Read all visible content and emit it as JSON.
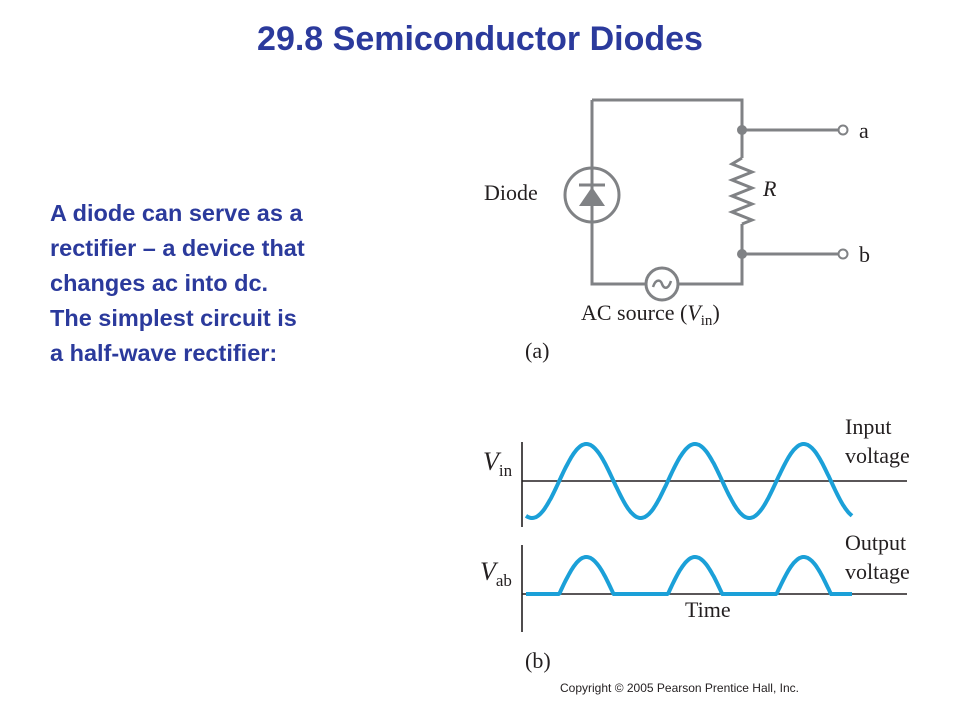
{
  "slide": {
    "title": "29.8 Semiconductor Diodes",
    "body_lines": [
      "A diode can serve as a",
      "rectifier – a device that",
      "changes ac into dc.",
      "The simplest circuit is",
      "a half-wave rectifier:"
    ],
    "copyright": "Copyright © 2005 Pearson Prentice Hall, Inc."
  },
  "circuit": {
    "diode_label": "Diode",
    "resistor_label": "R",
    "terminal_a": "a",
    "terminal_b": "b",
    "source_label": "AC source (",
    "source_var": "V",
    "source_sub": "in",
    "source_close": ")",
    "panel_label": "(a)"
  },
  "waveforms": {
    "input_axis_var": "V",
    "input_axis_sub": "in",
    "output_axis_var": "V",
    "output_axis_sub": "ab",
    "input_label_line1": "Input",
    "input_label_line2": "voltage",
    "output_label_line1": "Output",
    "output_label_line2": "voltage",
    "time_label": "Time",
    "panel_label": "(b)",
    "cycles": 3
  },
  "colors": {
    "title": "#2b3a9c",
    "wire": "#808285",
    "wave": "#1ba0d8",
    "axis": "#231f20"
  }
}
